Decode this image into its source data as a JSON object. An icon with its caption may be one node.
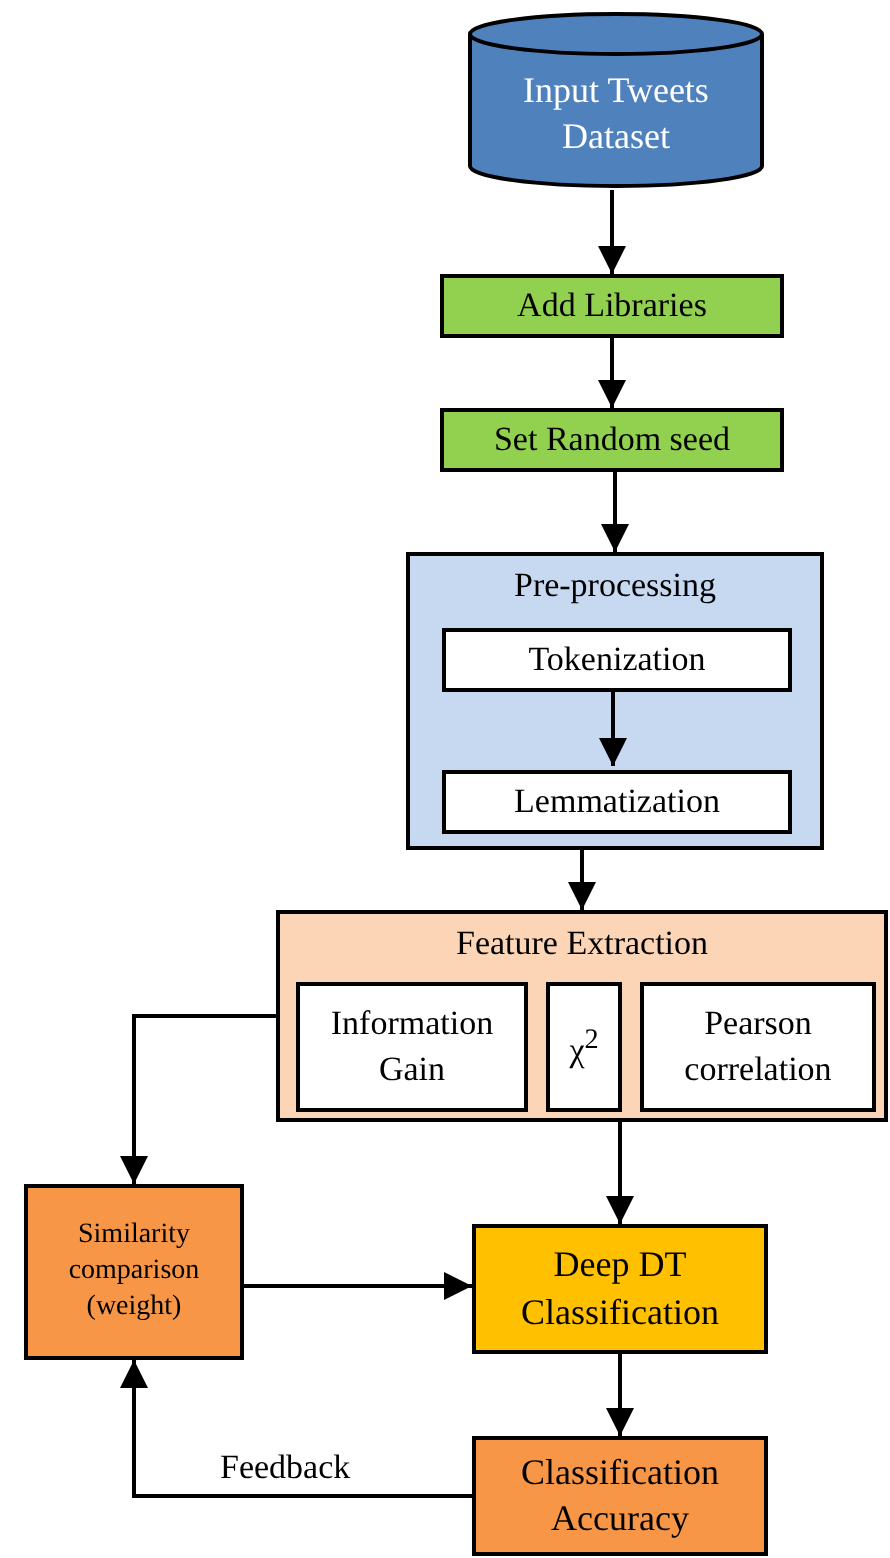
{
  "diagram": {
    "nodes": [
      {
        "text": [
          "Input Tweets Dataset"
        ]
      },
      {
        "text": [
          "Add Libraries"
        ]
      },
      {
        "text": [
          "Set Random seed"
        ]
      },
      {
        "text": [
          "Pre-processing"
        ]
      },
      {
        "text": [
          "Tokenization"
        ],
        "in": 3
      },
      {
        "text": [
          "Lemmatization"
        ],
        "in": 3
      },
      {
        "text": [
          "Feature Extraction"
        ]
      },
      {
        "text": [
          "Information Gain"
        ],
        "in": 6
      },
      {
        "text": [
          "χ$^{2}$"
        ],
        "in": 6
      },
      {
        "text": [
          "Pearson correlation"
        ],
        "in": 6
      },
      {
        "text": [
          "Similarity comparison (weight)"
        ]
      },
      {
        "text": [
          "Deep DT Classification"
        ]
      },
      {
        "text": [
          "Classification Accuracy"
        ]
      }
    ],
    "edges": [
      {
        "from": 0,
        "to": 1,
        "arrow": "to"
      },
      {
        "from": 1,
        "to": 2,
        "arrow": "to"
      },
      {
        "from": 2,
        "to": 3,
        "arrow": "to"
      },
      {
        "from": 4,
        "to": 5,
        "arrow": "to"
      },
      {
        "from": 3,
        "to": 6,
        "arrow": "to"
      },
      {
        "from": 6,
        "to": 11,
        "arrow": "to"
      },
      {
        "from": 6,
        "to": 10,
        "arrow": "to"
      },
      {
        "from": 10,
        "to": 11,
        "arrow": "to"
      },
      {
        "from": 11,
        "to": 12,
        "arrow": "to"
      },
      {
        "from": 12,
        "to": 10,
        "arrow": "to",
        "label": "Feedback"
      }
    ]
  }
}
